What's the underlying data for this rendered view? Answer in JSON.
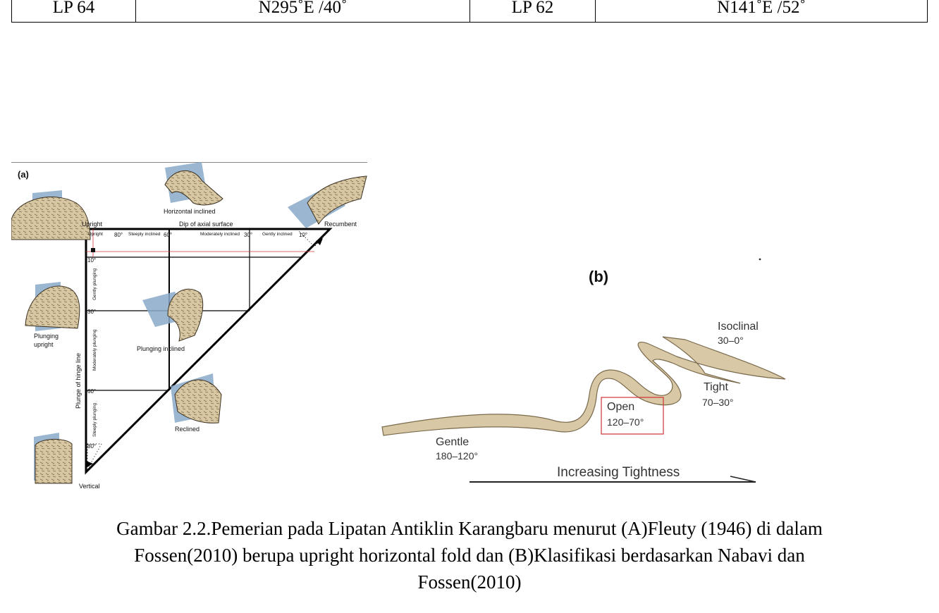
{
  "table": {
    "row": [
      "LP 64",
      "N295˚E /40˚",
      "LP 62",
      "N141˚E /52˚"
    ]
  },
  "figure_a": {
    "panel_label": "(a)",
    "labels": {
      "horizontal_inclined": "Horizontal inclined",
      "upright": "Upright",
      "dip_axial": "Dip of axial surface",
      "recumbent": "Recumbent",
      "plunging_upright_1": "Plunging",
      "plunging_upright_2": "upright",
      "plunging_inclined": "Plunging inclined",
      "reclined": "Reclined",
      "vertical": "Vertical",
      "plunge_axis": "Plunge of hinge line",
      "upright_small": "Upright",
      "steeply_inclined": "Steeply inclined",
      "moderately_inclined": "Moderately inclined",
      "gently_inclined": "Gently inclined",
      "gently_plunging": "Gently plunging",
      "moderately_plunging": "Moderately plunging",
      "steeply_plunging": "Steeply plunging",
      "top_ticks": [
        "80°",
        "60°",
        "30°",
        "10°"
      ],
      "left_ticks": [
        "10°",
        "30°",
        "60°",
        "80°"
      ]
    }
  },
  "figure_b": {
    "panel_label": "(b)",
    "classes": [
      {
        "name": "Isoclinal",
        "range": "30–0°"
      },
      {
        "name": "Tight",
        "range": "70–30°"
      },
      {
        "name": "Open",
        "range": "120–70°"
      },
      {
        "name": "Gentle",
        "range": "180–120°"
      }
    ],
    "axis_label": "Increasing Tightness",
    "highlight_color": "#d0343a"
  },
  "caption": {
    "line1": "Gambar 2.2.Pemerian pada Lipatan Antiklin Karangbaru menurut (A)Fleuty (1946) di dalam",
    "line2": "Fossen(2010) berupa upright horizontal fold dan (B)Klasifikasi berdasarkan Nabavi dan",
    "line3": "Fossen(2010)"
  }
}
